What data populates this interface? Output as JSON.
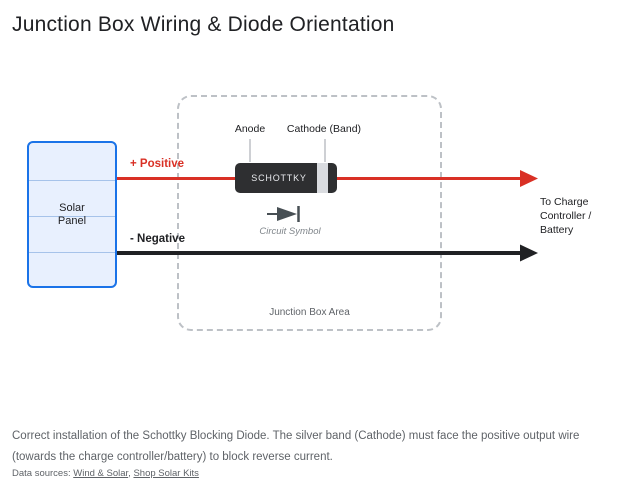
{
  "title": "Junction Box Wiring & Diode Orientation",
  "diagram": {
    "solar_panel": {
      "lines": [
        "Solar",
        "Panel"
      ]
    },
    "positive_wire_label": "+ Positive",
    "negative_wire_label": "- Negative",
    "junction_box_label": "Junction Box Area",
    "diode": {
      "body_label": "SCHOTTKY",
      "anode_label": "Anode",
      "cathode_label": "Cathode (Band)"
    },
    "circuit_symbol_caption": "Circuit Symbol",
    "destination": {
      "lines": [
        "To Charge",
        "Controller /",
        "Battery"
      ]
    }
  },
  "caption": "Correct installation of the Schottky Blocking Diode. The silver band (Cathode) must face the positive output wire (towards the charge controller/battery) to block reverse current.",
  "sources": {
    "prefix": "Data sources: ",
    "link1": "Wind & Solar",
    "separator": ", ",
    "link2": "Shop Solar Kits"
  },
  "colors": {
    "positive_red": "#d93025",
    "wire_black": "#202124",
    "panel_fill": "#e8f0fe",
    "panel_border": "#1a73e8",
    "diode_body": "#2e2f31",
    "diode_band": "#dadce0",
    "dashed_border": "#bdc1c6",
    "muted_gray": "#5f6368"
  }
}
